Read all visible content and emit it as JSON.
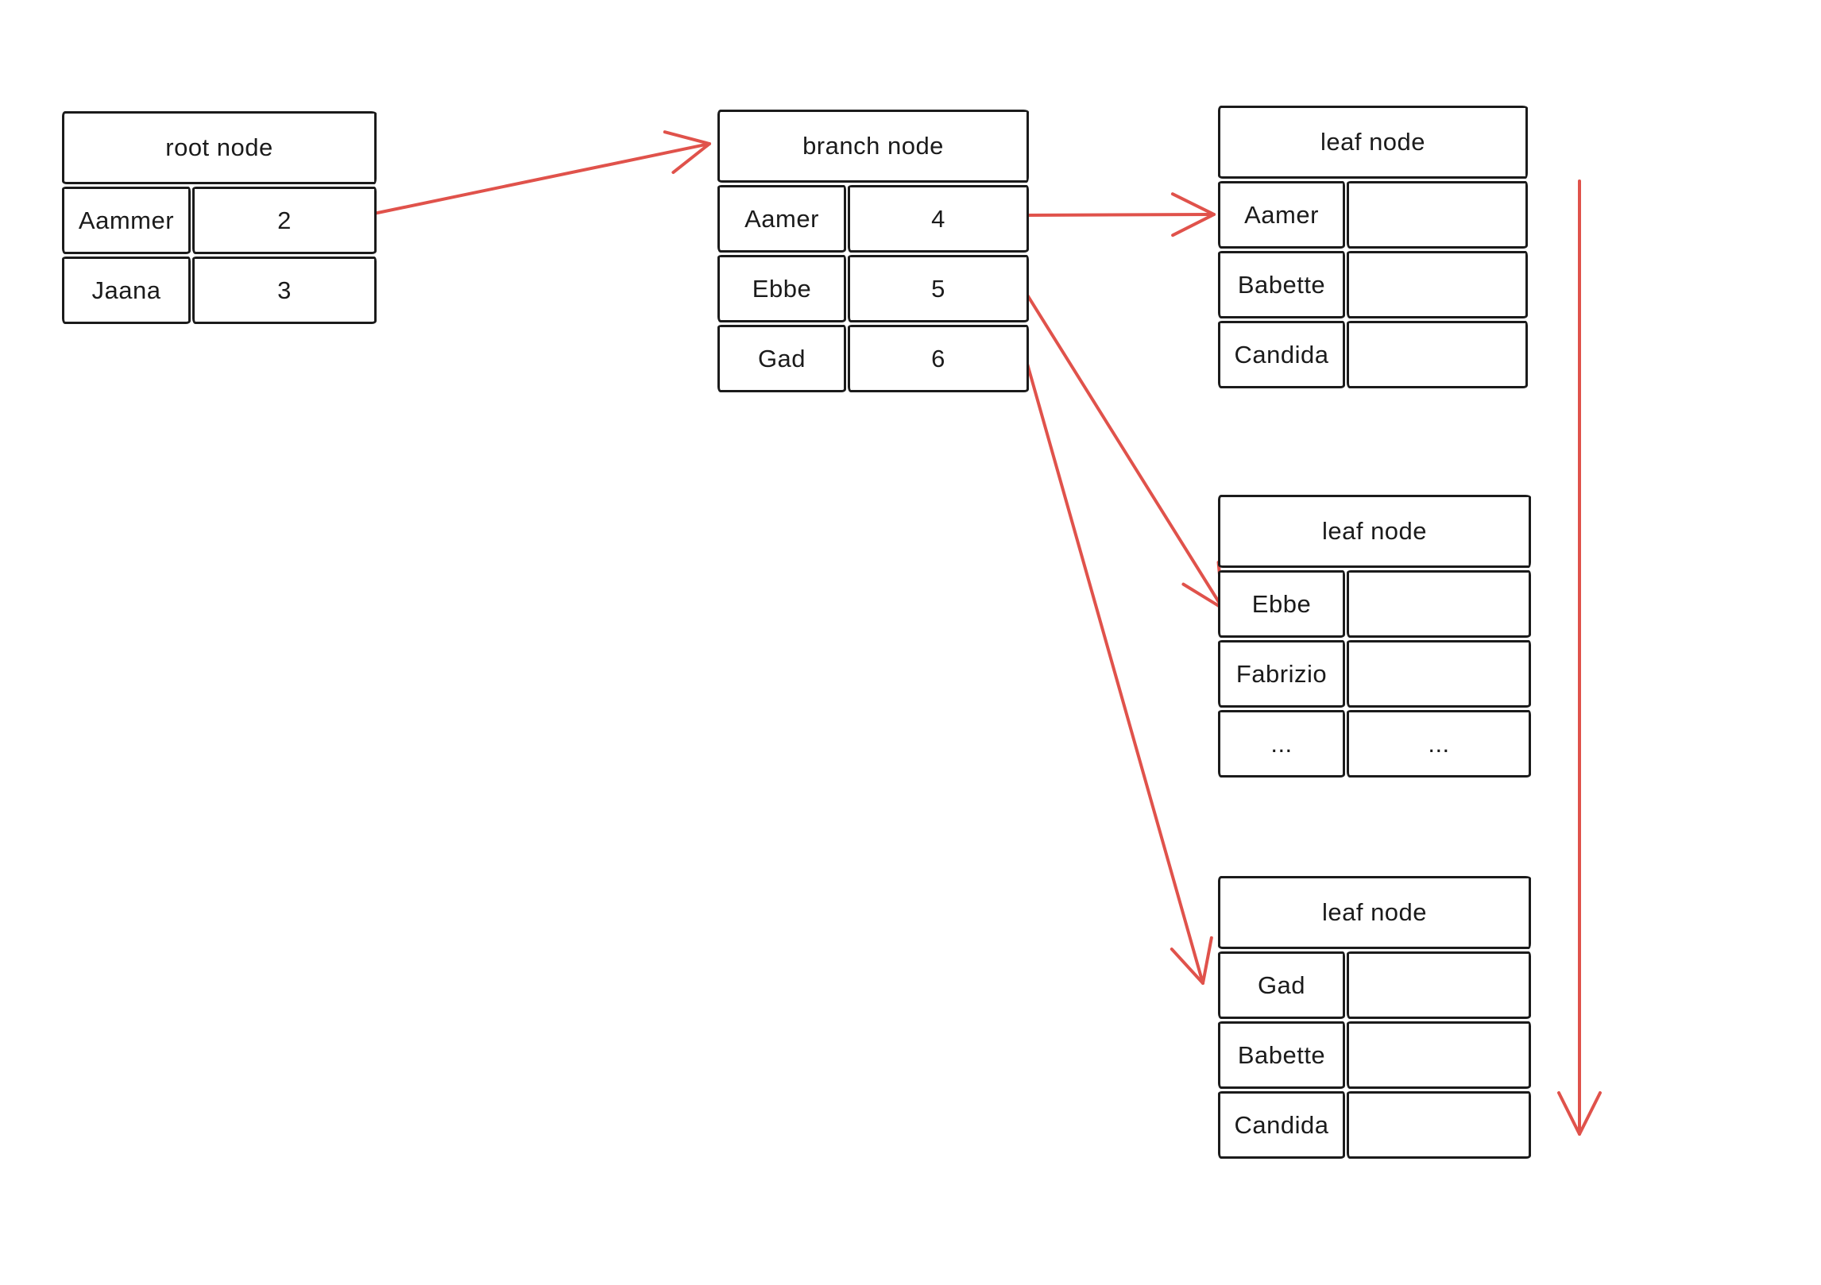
{
  "diagram": {
    "colors": {
      "arrow": "#e0524b",
      "stroke": "#1b1b1b",
      "background": "#ffffff"
    },
    "root_node": {
      "title": "root node",
      "rows": [
        {
          "key": "Aammer",
          "value": "2"
        },
        {
          "key": "Jaana",
          "value": "3"
        }
      ]
    },
    "branch_node": {
      "title": "branch node",
      "rows": [
        {
          "key": "Aamer",
          "value": "4"
        },
        {
          "key": "Ebbe",
          "value": "5"
        },
        {
          "key": "Gad",
          "value": "6"
        }
      ]
    },
    "leaf_nodes": [
      {
        "title": "leaf node",
        "rows": [
          {
            "key": "Aamer",
            "value": ""
          },
          {
            "key": "Babette",
            "value": ""
          },
          {
            "key": "Candida",
            "value": ""
          }
        ]
      },
      {
        "title": "leaf node",
        "rows": [
          {
            "key": "Ebbe",
            "value": ""
          },
          {
            "key": "Fabrizio",
            "value": ""
          },
          {
            "key": "...",
            "value": "..."
          }
        ]
      },
      {
        "title": "leaf node",
        "rows": [
          {
            "key": "Gad",
            "value": ""
          },
          {
            "key": "Babette",
            "value": ""
          },
          {
            "key": "Candida",
            "value": ""
          }
        ]
      }
    ]
  }
}
